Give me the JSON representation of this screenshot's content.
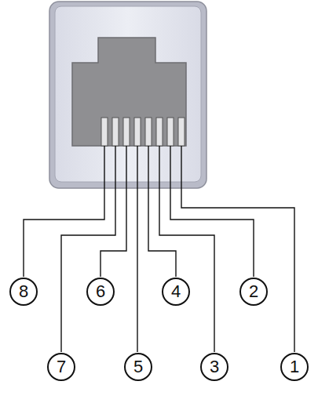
{
  "diagram": {
    "nodes": [
      {
        "text": [
          "8"
        ]
      },
      {
        "text": [
          "6"
        ]
      },
      {
        "text": [
          "4"
        ]
      },
      {
        "text": [
          "2"
        ]
      },
      {
        "text": [
          "7"
        ]
      },
      {
        "text": [
          "5"
        ]
      },
      {
        "text": [
          "3"
        ]
      },
      {
        "text": [
          "1"
        ]
      }
    ]
  }
}
